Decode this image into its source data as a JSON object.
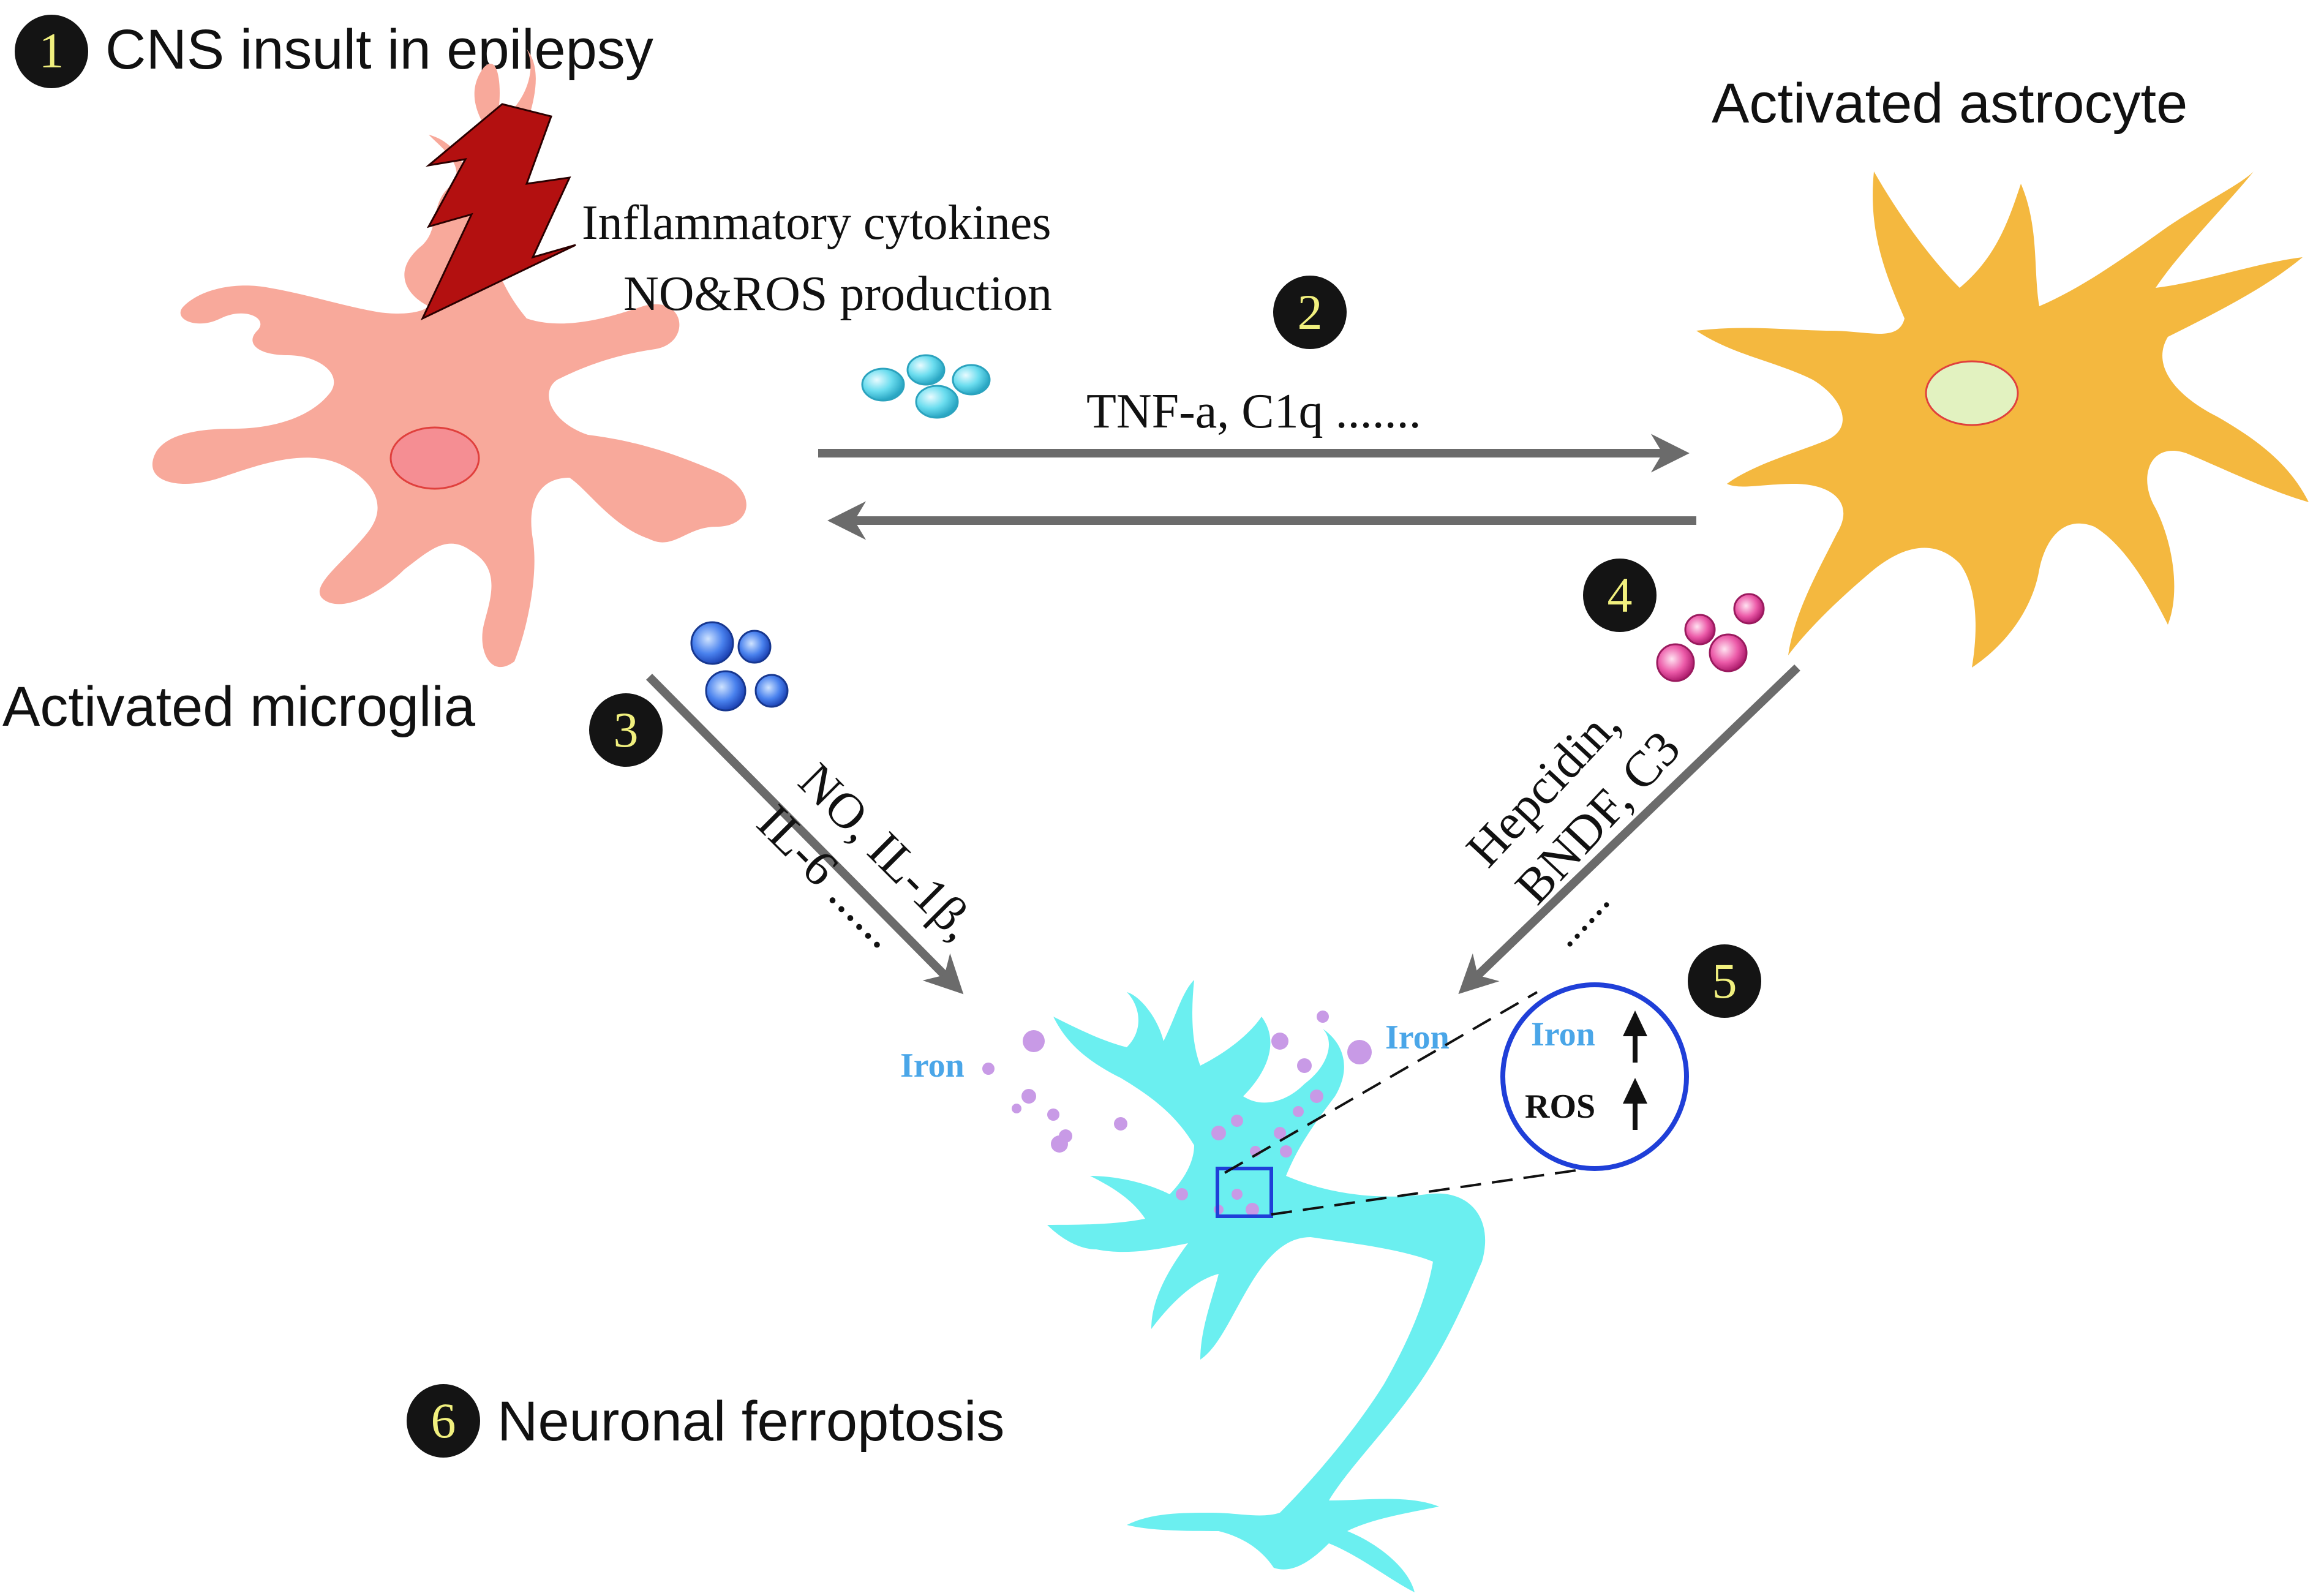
{
  "steps": {
    "step1": {
      "number": "1",
      "label": "CNS insult in epilepsy"
    },
    "step2": {
      "number": "2"
    },
    "step3": {
      "number": "3"
    },
    "step4": {
      "number": "4"
    },
    "step5": {
      "number": "5"
    },
    "step6": {
      "number": "6",
      "label": "Neuronal ferroptosis"
    }
  },
  "cells": {
    "microglia": {
      "label": "Activated microglia",
      "color": "#F8A99B",
      "nucleus_color": "#F58E93"
    },
    "astrocyte": {
      "label": "Activated astrocyte",
      "color": "#F4B83F",
      "nucleus_color": "#E2F2C0"
    },
    "neuron": {
      "color": "#6BEFF0",
      "iron_color": "#C89AE6"
    }
  },
  "labels": {
    "inflammatory": "Inflammatory cytokines",
    "no_ros": "NO&ROS production",
    "tnf": "TNF-a, C1q .......",
    "no_il1b": "NO, IL-1β,",
    "il6": "IL-6 ......",
    "hepcidin": "Hepcidin,",
    "bndf": "BNDF, C3",
    "dots": "......",
    "iron_left": "Iron",
    "iron_right": "Iron",
    "zoom_iron": "Iron",
    "zoom_ros": "ROS"
  },
  "colors": {
    "badge_bg": "#141414",
    "badge_text": "#F1F07E",
    "arrow": "#6B6B6B",
    "lightning": "#B31010",
    "iron_text": "#4AA6E8",
    "zoom_circle": "#1F3FD8",
    "cyan_vesicle": "#52D3E8",
    "blue_vesicle": "#2F6AE0",
    "pink_vesicle": "#E0469A"
  }
}
